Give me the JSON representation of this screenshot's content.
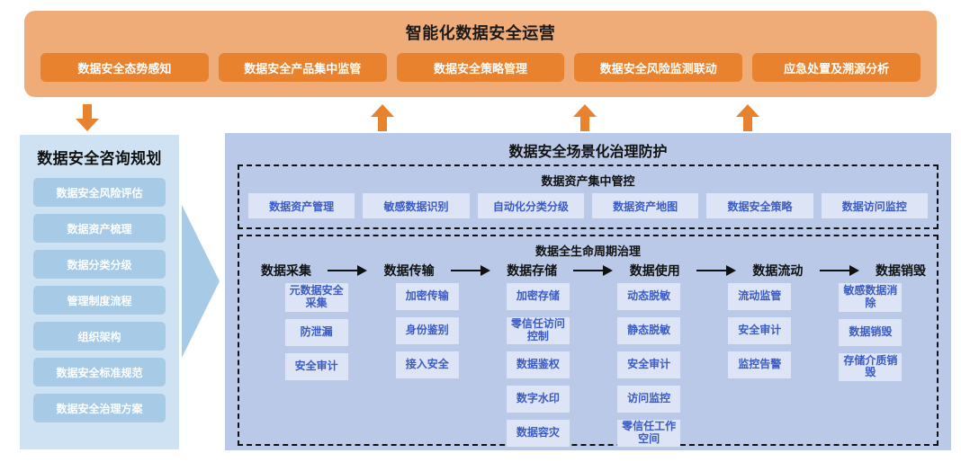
{
  "operations": {
    "title": "智能化数据安全运营",
    "items": [
      {
        "label": "数据安全态势感知"
      },
      {
        "label": "数据安全产品集中监管"
      },
      {
        "label": "数据安全策略管理"
      },
      {
        "label": "数据安全风险监测联动"
      },
      {
        "label": "应急处置及溯源分析"
      }
    ]
  },
  "consulting": {
    "title": "数据安全咨询规划",
    "items": [
      {
        "label": "数据安全风险评估"
      },
      {
        "label": "数据资产梳理"
      },
      {
        "label": "数据分类分级"
      },
      {
        "label": "管理制度流程"
      },
      {
        "label": "组织架构"
      },
      {
        "label": "数据安全标准规范"
      },
      {
        "label": "数据安全治理方案"
      }
    ]
  },
  "scene": {
    "title": "数据安全场景化治理防护",
    "asset_section": {
      "title": "数据资产集中管控",
      "items": [
        {
          "label": "数据资产管理"
        },
        {
          "label": "敏感数据识别"
        },
        {
          "label": "自动化分类分级"
        },
        {
          "label": "数据资产地图"
        },
        {
          "label": "数据安全策略"
        },
        {
          "label": "数据访问监控"
        }
      ]
    },
    "lifecycle_section": {
      "title": "数据全生命周期治理",
      "stages": [
        {
          "name": "数据采集",
          "cells": [
            {
              "label": "元数据安全采集"
            },
            {
              "label": "防泄漏"
            },
            {
              "label": "安全审计"
            }
          ]
        },
        {
          "name": "数据传输",
          "cells": [
            {
              "label": "加密传输"
            },
            {
              "label": "身份鉴别"
            },
            {
              "label": "接入安全"
            }
          ]
        },
        {
          "name": "数据存储",
          "cells": [
            {
              "label": "加密存储"
            },
            {
              "label": "零信任访问控制"
            },
            {
              "label": "数据鉴权"
            },
            {
              "label": "数字水印"
            },
            {
              "label": "数据容灾"
            }
          ]
        },
        {
          "name": "数据使用",
          "cells": [
            {
              "label": "动态脱敏"
            },
            {
              "label": "静态脱敏"
            },
            {
              "label": "安全审计"
            },
            {
              "label": "访问监控"
            },
            {
              "label": "零信任工作空间"
            }
          ]
        },
        {
          "name": "数据流动",
          "cells": [
            {
              "label": "流动监管"
            },
            {
              "label": "安全审计"
            },
            {
              "label": "监控告警"
            }
          ]
        },
        {
          "name": "数据销毁",
          "cells": [
            {
              "label": "敏感数据消除"
            },
            {
              "label": "数据销毁"
            },
            {
              "label": "存储介质销毁"
            }
          ]
        }
      ]
    }
  },
  "arrows": {
    "down_to_consulting": "down-arrow",
    "up_from_scene": [
      "up-arrow",
      "up-arrow",
      "up-arrow"
    ],
    "sidebar_to_scene": "right-triangle-arrow",
    "stage_flow": "right-arrow"
  },
  "colors": {
    "operations_panel": "#F0AC78",
    "operations_item": "#E8822E",
    "arrow_orange": "#E8822E",
    "consulting_panel": "#CEE2F4",
    "consulting_item": "#A7CAE7",
    "scene_panel": "#B9C9E7",
    "scene_cell": "#DCE4F5",
    "cell_text": "#3B5CC4",
    "dashed_border": "#111111"
  }
}
